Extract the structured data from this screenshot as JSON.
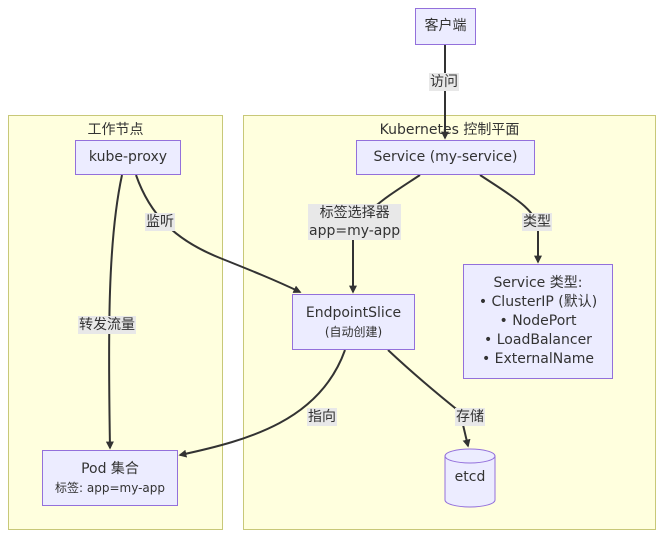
{
  "clusters": {
    "worker": {
      "title": "工作节点"
    },
    "control": {
      "title": "Kubernetes 控制平面"
    }
  },
  "nodes": {
    "client": {
      "label": "客户端"
    },
    "kube_proxy": {
      "label": "kube-proxy"
    },
    "service": {
      "label": "Service (my-service)"
    },
    "endpoint_slice": {
      "label": "EndpointSlice",
      "sub": "(自动创建)"
    },
    "service_types": {
      "title": "Service 类型:",
      "items": [
        "• ClusterIP (默认)",
        "• NodePort",
        "• LoadBalancer",
        "• ExternalName"
      ]
    },
    "pod_set": {
      "label": "Pod 集合",
      "sub": "标签: app=my-app"
    },
    "etcd": {
      "label": "etcd"
    }
  },
  "edges": {
    "client_service": "访问",
    "proxy_watch": "监听",
    "proxy_forward": "转发流量",
    "service_selector": [
      "标签选择器",
      "app=my-app"
    ],
    "service_type": "类型",
    "endpoint_point": "指向",
    "endpoint_store": "存储"
  },
  "colors": {
    "node_fill": "#ececff",
    "node_border": "#9370db",
    "cluster_fill": "#ffffde",
    "cluster_border": "#c8c878",
    "edge": "#333333",
    "edge_label_bg": "#e8e8e8"
  }
}
